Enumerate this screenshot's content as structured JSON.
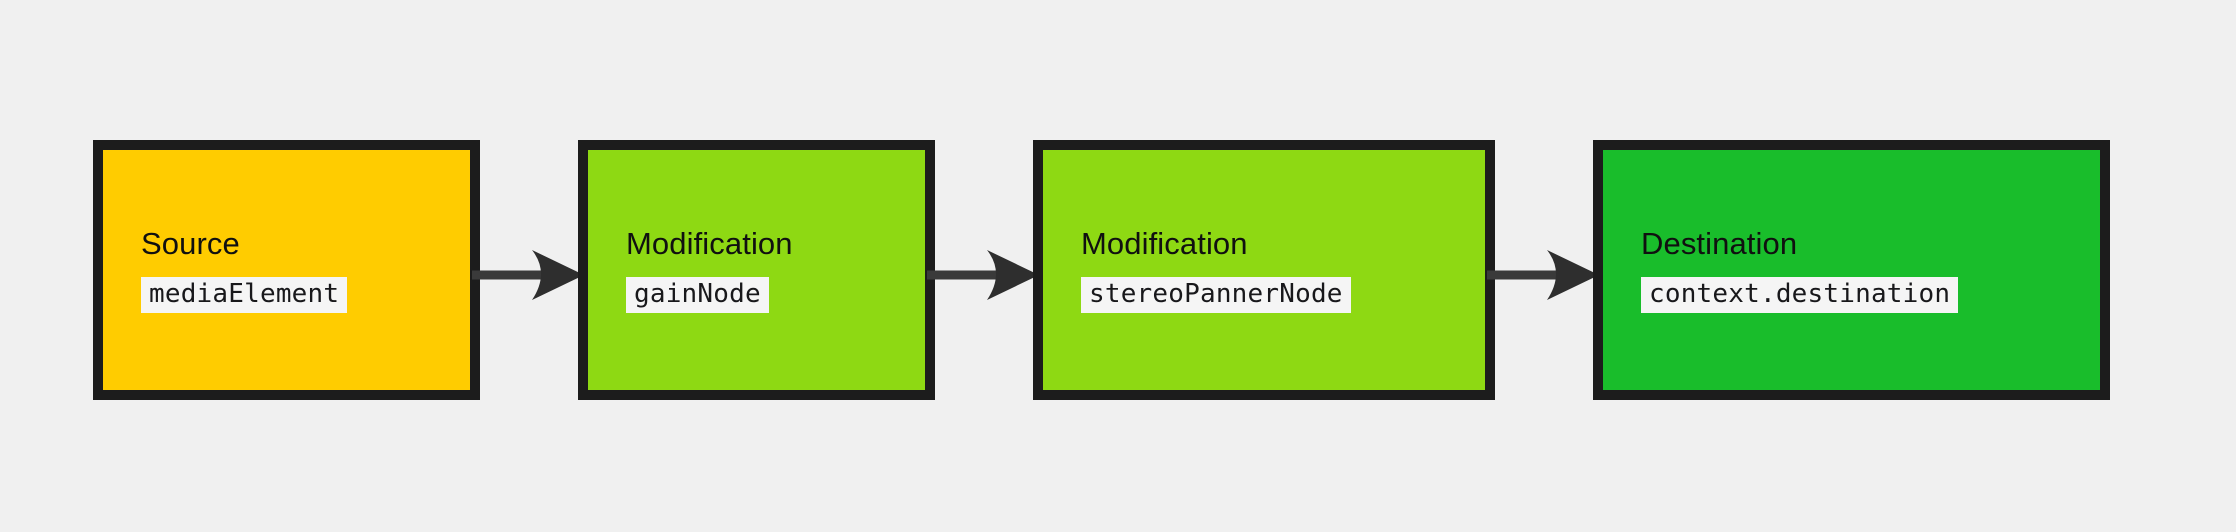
{
  "diagram": {
    "type": "flowchart",
    "direction": "left-to-right",
    "background_color": "#f0f0f0",
    "border_color": "#1c1c1c",
    "nodes": [
      {
        "id": "source",
        "title": "Source",
        "code": "mediaElement",
        "fill_color": "#ffcc00",
        "code_bg_color": "#f5f5f5"
      },
      {
        "id": "gain",
        "title": "Modification",
        "code": "gainNode",
        "fill_color": "#8ed913",
        "code_bg_color": "#f5f5f5"
      },
      {
        "id": "panner",
        "title": "Modification",
        "code": "stereoPannerNode",
        "fill_color": "#8ed913",
        "code_bg_color": "#f5f5f5"
      },
      {
        "id": "destination",
        "title": "Destination",
        "code": "context.destination",
        "fill_color": "#19bd2b",
        "code_bg_color": "#f5f5f5"
      }
    ],
    "edges": [
      {
        "id": "edge-1",
        "from": "source",
        "to": "gain",
        "style": "solid-arrow",
        "color": "#333333"
      },
      {
        "id": "edge-2",
        "from": "gain",
        "to": "panner",
        "style": "solid-arrow",
        "color": "#333333"
      },
      {
        "id": "edge-3",
        "from": "panner",
        "to": "destination",
        "style": "solid-arrow",
        "color": "#333333"
      }
    ]
  }
}
